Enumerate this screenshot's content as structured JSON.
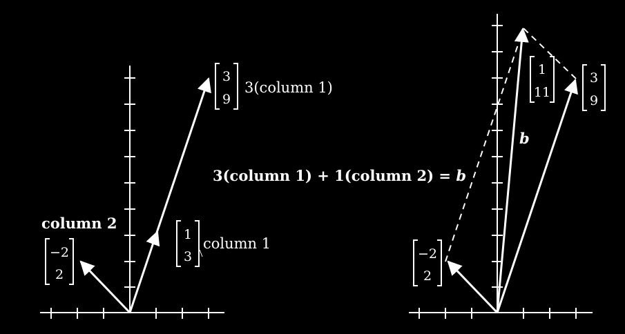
{
  "left_panel": {
    "label_3col1": "3(column 1)",
    "label_column1": "column 1",
    "label_column2": "column 2",
    "col1": [
      "1",
      "3"
    ],
    "col2": [
      "−2",
      "2"
    ],
    "col1_scaled": [
      "3",
      "9"
    ]
  },
  "equation": {
    "text": "3(column 1) + 1(column 2) = ",
    "b": "b"
  },
  "right_panel": {
    "label_b": "b",
    "b_vector": [
      "1",
      "11"
    ],
    "scaled": [
      "3",
      "9"
    ],
    "col2": [
      "−2",
      "2"
    ]
  }
}
